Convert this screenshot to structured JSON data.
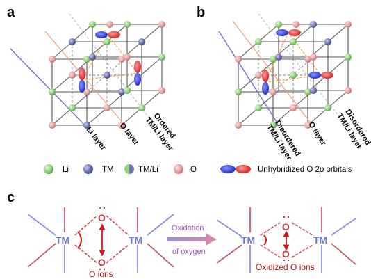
{
  "panels": {
    "a": "a",
    "b": "b",
    "c": "c"
  },
  "panel_a_labels": {
    "li_layer": "Li layer",
    "o_layer": "O layer",
    "tm_layer_line1": "Ordered",
    "tm_layer_line2": "TM/Li layer"
  },
  "panel_b_labels": {
    "layer1_line1": "Disordered",
    "layer1_line2": "TM/Li layer",
    "o_layer": "O layer",
    "layer2_line1": "Disordered",
    "layer2_line2": "TM/Li layer"
  },
  "legend": {
    "li": "Li",
    "tm": "TM",
    "tmli": "TM/Li",
    "o": "O",
    "orbitals_prefix": "Unhybridized O 2",
    "orbitals_italic": "p",
    "orbitals_suffix": " orbitals"
  },
  "panel_c": {
    "tm": "TM",
    "o": "O",
    "o_ions": "O ions",
    "oxidized_o_ions": "Oxidized O ions",
    "arrow_line1": "Oxidation",
    "arrow_line2": "of oxygen"
  },
  "colors": {
    "li": "#8fd37c",
    "tm": "#6f74b3",
    "o": "#e8a0a0",
    "orbital_blue": "#1f2fd0",
    "orbital_red": "#e02020",
    "tm_label": "#6b78c8",
    "o_label": "#c04040"
  }
}
